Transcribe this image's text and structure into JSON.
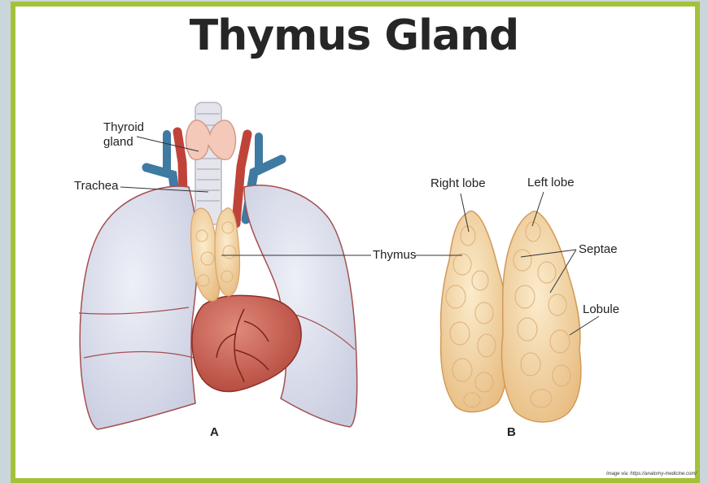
{
  "title": "Thymus Gland",
  "labels": {
    "thyroid_gland": "Thyroid\ngland",
    "trachea": "Trachea",
    "thymus": "Thymus",
    "right_lobe": "Right lobe",
    "left_lobe": "Left lobe",
    "septae": "Septae",
    "lobule": "Lobule"
  },
  "panels": {
    "a": "A",
    "b": "B"
  },
  "credit": "Image via: https://anatomy-medicine.com/",
  "colors": {
    "border": "#a3c23a",
    "lung": "#d8dbe8",
    "thymus": "#f2d3a2",
    "heart": "#c4574e",
    "vein": "#3f7aa3",
    "artery": "#c0433a"
  }
}
